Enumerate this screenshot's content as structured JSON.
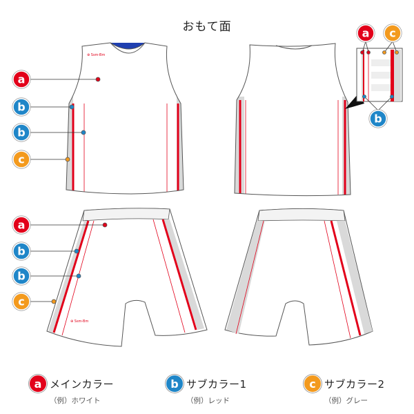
{
  "title": "おもて面",
  "colors": {
    "a": "#e2001a",
    "b": "#1f86c8",
    "c": "#f39a1e",
    "stripe_red": "#e2001a",
    "sub_gray": "#d9d9d9",
    "inner_blue": "#1f3fb0",
    "outline": "#555555"
  },
  "badges": [
    {
      "id": "a",
      "letter": "a"
    },
    {
      "id": "b",
      "letter": "b"
    },
    {
      "id": "c",
      "letter": "c"
    }
  ],
  "brand_mark": "⊕ Ssm-Bm",
  "legend": [
    {
      "key": "a",
      "letter": "a",
      "name": "メインカラー",
      "example": "（例）ホワイト"
    },
    {
      "key": "b",
      "letter": "b",
      "name": "サブカラー1",
      "example": "（例）レッド"
    },
    {
      "key": "c",
      "letter": "c",
      "name": "サブカラー2",
      "example": "（例）グレー"
    }
  ]
}
